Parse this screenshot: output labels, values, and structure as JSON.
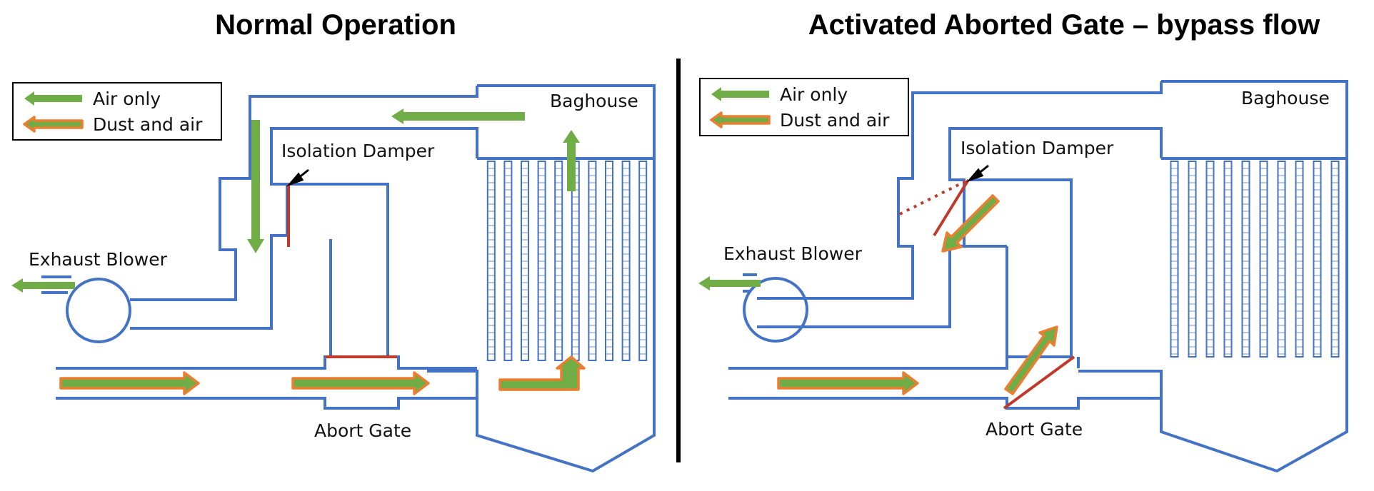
{
  "panels": [
    {
      "title": "Normal Operation",
      "legend": {
        "air": "Air only",
        "dust": "Dust and air"
      },
      "labels": {
        "baghouse": "Baghouse",
        "isolation_damper": "Isolation Damper",
        "exhaust_blower": "Exhaust Blower",
        "abort_gate": "Abort Gate"
      }
    },
    {
      "title": "Activated Aborted Gate – bypass flow",
      "legend": {
        "air": "Air only",
        "dust": "Dust and air"
      },
      "labels": {
        "baghouse": "Baghouse",
        "isolation_damper": "Isolation Damper",
        "exhaust_blower": "Exhaust Blower",
        "abort_gate": "Abort Gate"
      }
    }
  ],
  "colors": {
    "duct": "#4472c4",
    "air_arrow": "#70ad47",
    "dust_arrow_outline": "#ed7d31",
    "damper": "#c0392b",
    "divider": "#000000"
  }
}
